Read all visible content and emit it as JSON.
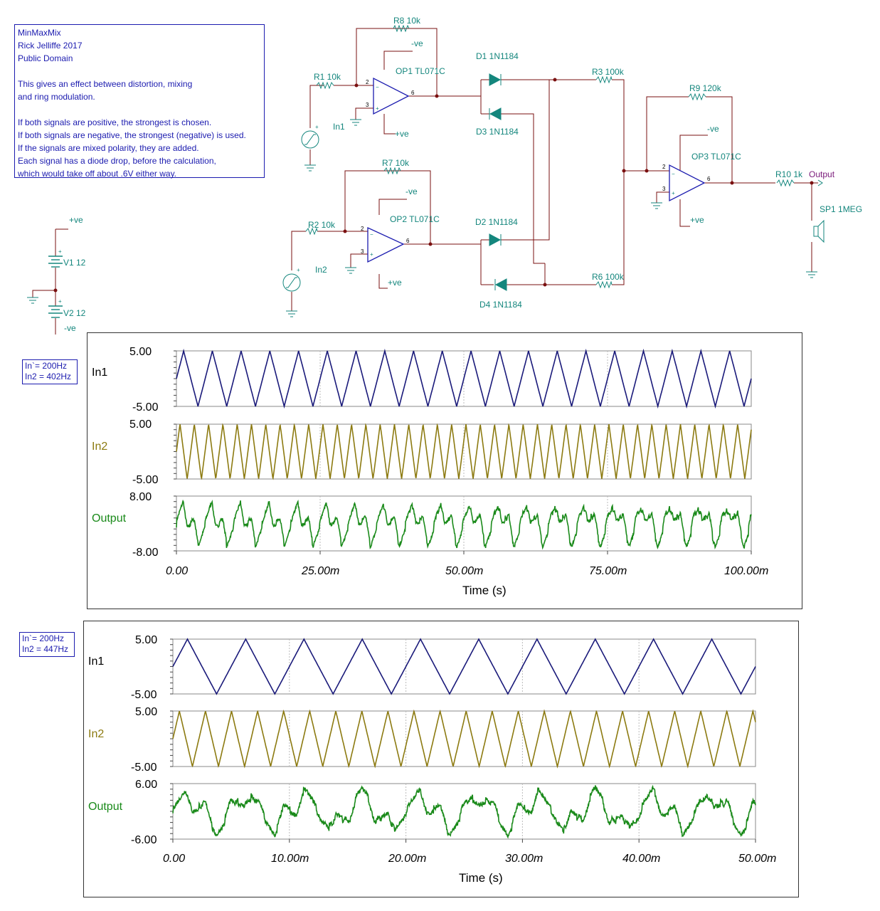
{
  "note": {
    "lines": [
      "MinMaxMix",
      "Rick Jelliffe 2017",
      "Public Domain",
      "",
      "This gives an effect between distortion, mixing",
      "and ring modulation.",
      "",
      "If both signals are positive, the strongest  is chosen.",
      "If both signals are negative, the strongest (negative) is used.",
      "If the signals are mixed polarity, they are added.",
      "Each signal has a diode drop, before the calculation,",
      "which would take off about .6V either way."
    ]
  },
  "colors": {
    "text_blue": "#1b1baf",
    "component_teal": "#14867d",
    "wire": "#7a1010",
    "in1_trace": "#1a1a7a",
    "in2_trace": "#8c7a10",
    "output_trace": "#1a8a1a",
    "output_label": "#7a1a7a"
  },
  "schematic": {
    "r8": "R8 10k",
    "r1": "R1 10k",
    "op1": "OP1 TL071C",
    "d1": "D1 1N1184",
    "d3": "D3 1N1184",
    "r3": "R3 100k",
    "r9": "R9 120k",
    "op3": "OP3 TL071C",
    "r10": "R10 1k",
    "output": "Output",
    "sp1": "SP1 1MEG",
    "in1": "In1",
    "r7": "R7 10k",
    "r2": "R2 10k",
    "op2": "OP2 TL071C",
    "d2": "D2 1N1184",
    "d4": "D4 1N1184",
    "r6": "R6 100k",
    "in2": "In2",
    "v1": "V1 12",
    "v2": "V2 12",
    "neg": "-ve",
    "pos": "+ve",
    "pin2": "2",
    "pin3": "3",
    "pin6": "6",
    "plus": "+",
    "minus": "-"
  },
  "freq_boxes": [
    {
      "line1": "In`= 200Hz",
      "line2": "In2 = 402Hz"
    },
    {
      "line1": "In`= 200Hz",
      "line2": "In2 = 447Hz"
    }
  ],
  "chart_data": [
    {
      "type": "line",
      "xlabel": "Time (s)",
      "x_ticks": [
        "0.00",
        "25.00m",
        "50.00m",
        "75.00m",
        "100.00m"
      ],
      "x_range_ms": [
        0,
        100
      ],
      "series": [
        {
          "name": "In1",
          "wave": "triangle",
          "freq_hz": 200,
          "ylim": [
            -5,
            5
          ],
          "y_ticks": [
            "5.00",
            "-5.00"
          ]
        },
        {
          "name": "In2",
          "wave": "triangle",
          "freq_hz": 402,
          "ylim": [
            -5,
            5
          ],
          "y_ticks": [
            "5.00",
            "-5.00"
          ]
        },
        {
          "name": "Output",
          "wave": "mix",
          "ylim": [
            -8,
            8
          ],
          "y_ticks": [
            "8.00",
            "-8.00"
          ]
        }
      ],
      "in1_values": [
        "In1",
        "5.00",
        "-5.00"
      ],
      "in2_values": [
        "In2",
        "5.00",
        "-5.00"
      ],
      "out_values": [
        "Output",
        "8.00",
        "-8.00"
      ]
    },
    {
      "type": "line",
      "xlabel": "Time (s)",
      "x_ticks": [
        "0.00",
        "10.00m",
        "20.00m",
        "30.00m",
        "40.00m",
        "50.00m"
      ],
      "x_range_ms": [
        0,
        50
      ],
      "series": [
        {
          "name": "In1",
          "wave": "triangle",
          "freq_hz": 200,
          "ylim": [
            -5,
            5
          ],
          "y_ticks": [
            "5.00",
            "-5.00"
          ]
        },
        {
          "name": "In2",
          "wave": "triangle",
          "freq_hz": 447,
          "ylim": [
            -5,
            5
          ],
          "y_ticks": [
            "5.00",
            "-5.00"
          ]
        },
        {
          "name": "Output",
          "wave": "mix",
          "ylim": [
            -6,
            6
          ],
          "y_ticks": [
            "6.00",
            "-6.00"
          ]
        }
      ],
      "in1_values": [
        "In1",
        "5.00",
        "-5.00"
      ],
      "in2_values": [
        "In2",
        "5.00",
        "-5.00"
      ],
      "out_values": [
        "Output",
        "6.00",
        "-6.00"
      ]
    }
  ]
}
